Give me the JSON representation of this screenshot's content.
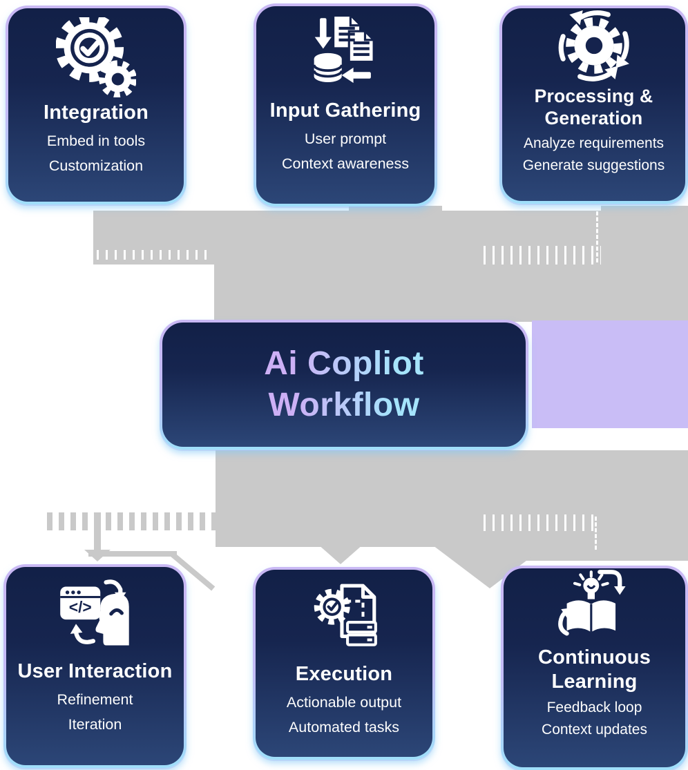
{
  "center": {
    "line1": "Ai Copliot",
    "line2": "Workflow"
  },
  "nodes": [
    {
      "id": "integration",
      "title": "Integration",
      "icon": "gears-check-icon",
      "items": [
        "Embed in tools",
        "Customization"
      ]
    },
    {
      "id": "input-gathering",
      "title": "Input Gathering",
      "icon": "data-transfer-icon",
      "items": [
        "User prompt",
        "Context awareness"
      ]
    },
    {
      "id": "processing-generation",
      "title": "Processing & Generation",
      "icon": "gear-cycle-icon",
      "items": [
        "Analyze requirements",
        "Generate suggestions"
      ]
    },
    {
      "id": "user-interaction",
      "title": "User Interaction",
      "icon": "code-user-icon",
      "items": [
        "Refinement",
        "Iteration"
      ]
    },
    {
      "id": "execution",
      "title": "Execution",
      "icon": "task-document-icon",
      "items": [
        "Actionable output",
        "Automated tasks"
      ]
    },
    {
      "id": "continuous-learning",
      "title": "Continuous Learning",
      "icon": "book-bulb-icon",
      "items": [
        "Feedback loop",
        "Context updates"
      ]
    }
  ],
  "colors": {
    "card_gradient_top": "#122047",
    "card_gradient_bottom": "#2c4677",
    "border_gradient_top": "#c9b8f4",
    "border_gradient_bottom": "#9fdffa",
    "connector_gray": "#c9c9c9",
    "connector_lavender": "#c9bdf6",
    "title_gradient_start": "#cdb0f5",
    "title_gradient_end": "#a5e4fc",
    "text_color": "#ffffff"
  }
}
